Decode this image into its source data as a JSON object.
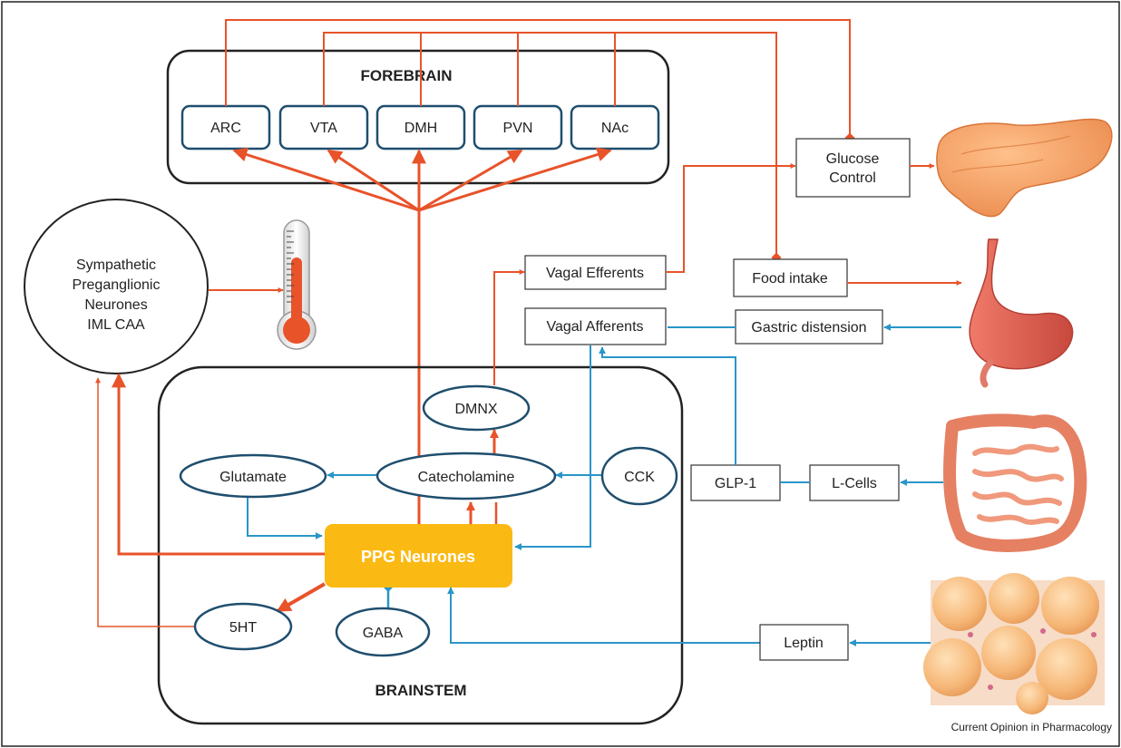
{
  "colors": {
    "excitatory": "#e8532a",
    "inhibitory_signal": "#2a95c9",
    "node_border": "#1f4e6e",
    "ppg_fill": "#fbb913",
    "frame": "#222222"
  },
  "forebrain": {
    "title": "FOREBRAIN",
    "nuclei": [
      "ARC",
      "VTA",
      "DMH",
      "PVN",
      "NAc"
    ]
  },
  "brainstem": {
    "title": "BRAINSTEM",
    "ppg": "PPG Neurones",
    "glutamate": "Glutamate",
    "catecholamine": "Catecholamine",
    "dmnx": "DMNX",
    "cck": "CCK",
    "serotonin": "5HT",
    "gaba": "GABA"
  },
  "sympathetic": {
    "line1": "Sympathetic",
    "line2": "Preganglionic",
    "line3": "Neurones",
    "line4": "IML CAA"
  },
  "periphery": {
    "vagal_efferents": "Vagal Efferents",
    "vagal_afferents": "Vagal Afferents",
    "glucose_line1": "Glucose",
    "glucose_line2": "Control",
    "food_intake": "Food intake",
    "gastric_distension": "Gastric distension",
    "glp1": "GLP-1",
    "l_cells": "L-Cells",
    "leptin": "Leptin"
  },
  "icons": [
    "thermometer-icon",
    "pancreas-icon",
    "stomach-icon",
    "intestine-icon",
    "adipocytes-icon"
  ],
  "credit": "Current Opinion in Pharmacology"
}
